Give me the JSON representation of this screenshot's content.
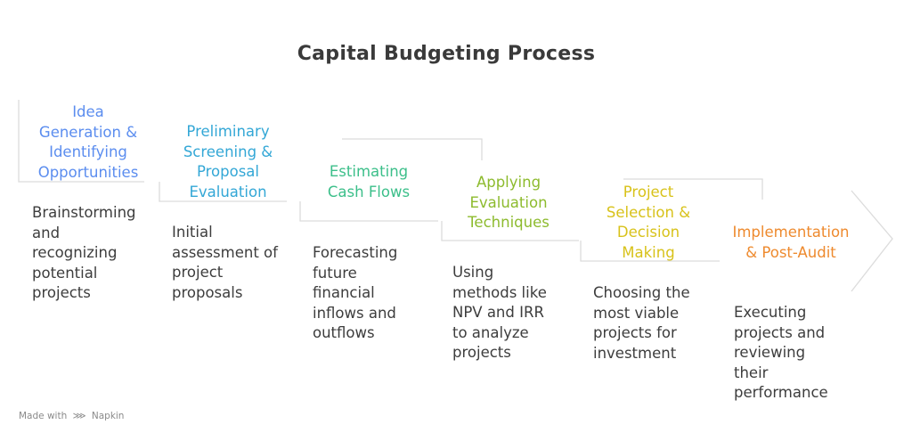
{
  "title": "Capital Budgeting Process",
  "steps": [
    {
      "title": "Idea\nGeneration &\nIdentifying\nOpportunities",
      "description": "Brainstorming\nand\nrecognizing\npotential\nprojects",
      "color": "#5b8def"
    },
    {
      "title": "Preliminary\nScreening &\nProposal\nEvaluation",
      "description": "Initial\nassessment of\nproject\nproposals",
      "color": "#33a7d6"
    },
    {
      "title": "Estimating\nCash Flows",
      "description": "Forecasting\nfuture\nfinancial\ninflows and\noutflows",
      "color": "#3cbf8a"
    },
    {
      "title": "Applying\nEvaluation\nTechniques",
      "description": "Using\nmethods like\nNPV and IRR\nto analyze\nprojects",
      "color": "#8dbb2e"
    },
    {
      "title": "Project\nSelection &\nDecision\nMaking",
      "description": "Choosing the\nmost viable\nprojects for\ninvestment",
      "color": "#d8c21a"
    },
    {
      "title": "Implementation\n& Post-Audit",
      "description": "Executing\nprojects and\nreviewing\ntheir\nperformance",
      "color": "#ee8a2e"
    }
  ],
  "watermark": {
    "prefix": "Made with",
    "brand": "Napkin"
  },
  "colors": {
    "title": "#3a3a3a",
    "description": "#3d3d3d",
    "outline": "#dcdcdc"
  }
}
